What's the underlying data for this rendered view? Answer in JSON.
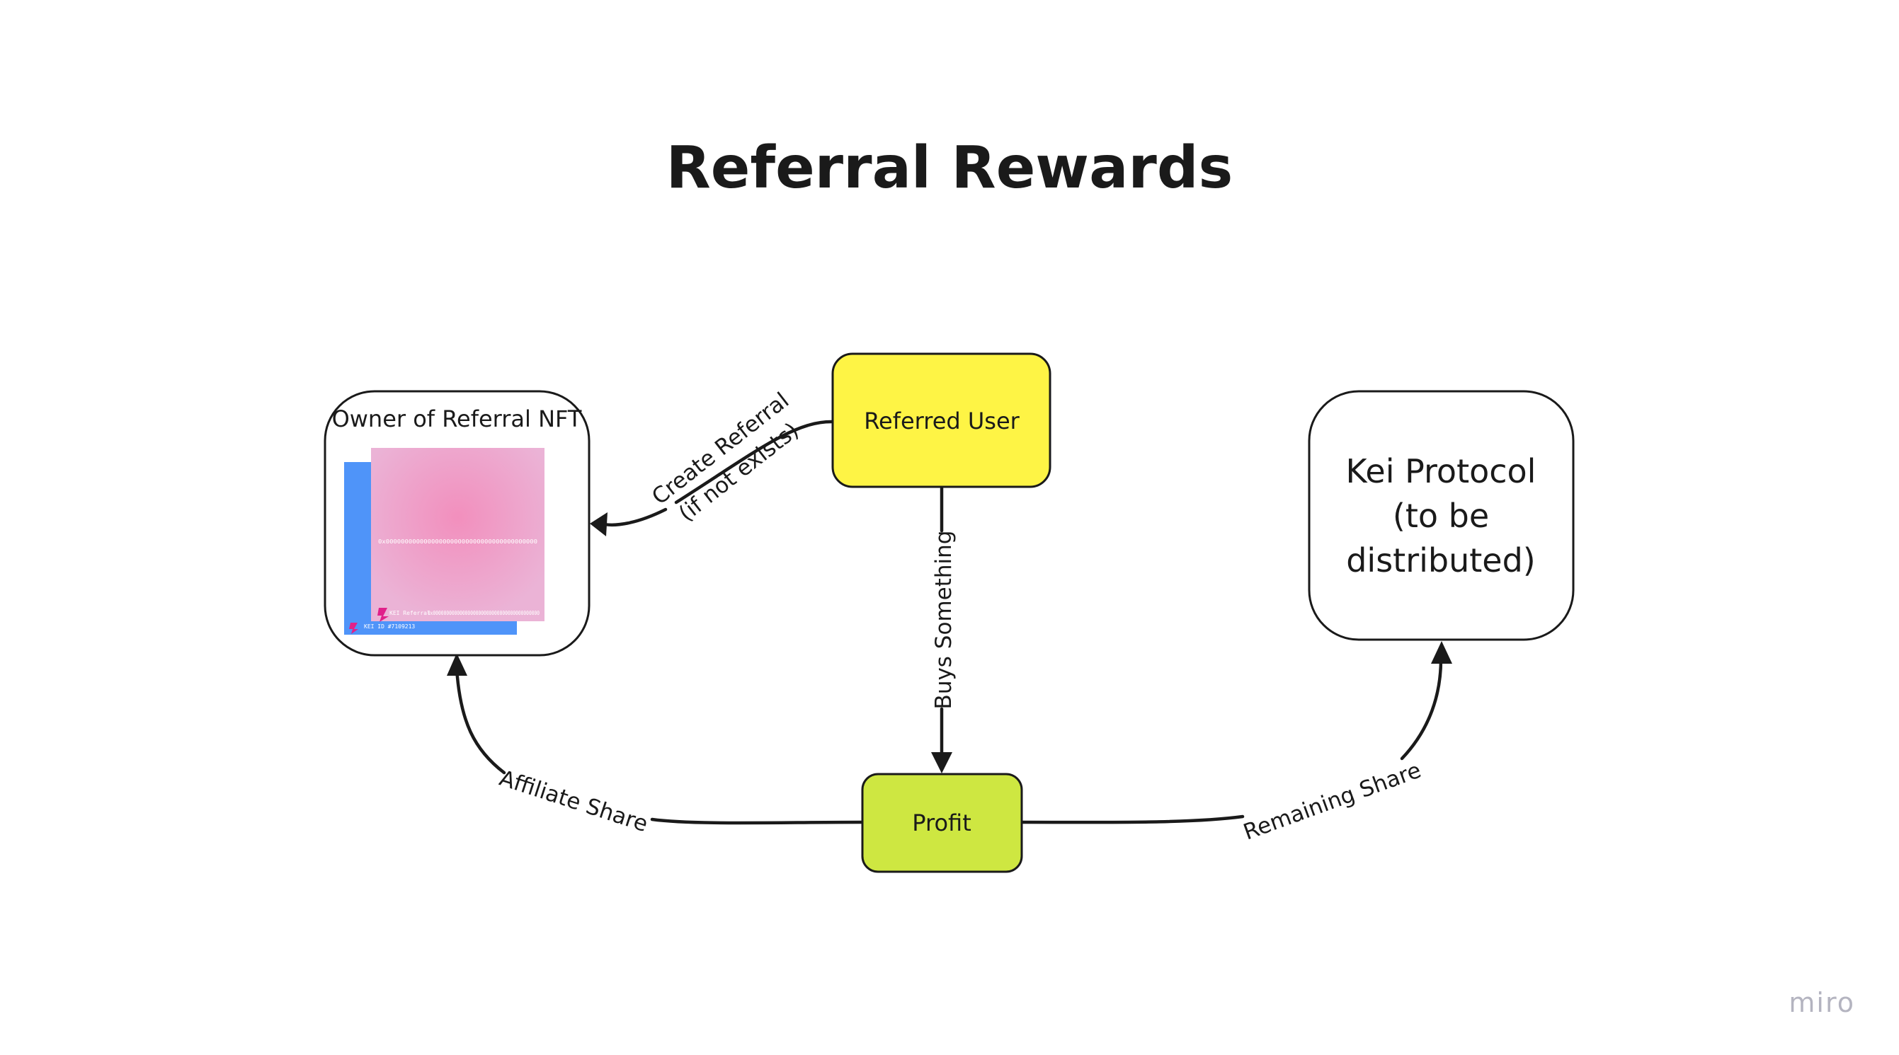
{
  "title": "Referral Rewards",
  "nodes": {
    "referred_user": {
      "label": "Referred User",
      "fill": "#fef445"
    },
    "profit": {
      "label": "Profit",
      "fill": "#cee741"
    },
    "owner": {
      "label": "Owner of Referral NFT",
      "fill": "#ffffff"
    },
    "kei_protocol": {
      "lines": [
        "Kei Protocol",
        "(to be",
        "distributed)"
      ],
      "fill": "#ffffff"
    }
  },
  "edges": {
    "create_referral": {
      "lines": [
        "Create Referral",
        "(if not exists)"
      ]
    },
    "buys_something": {
      "label": "Buys Something"
    },
    "affiliate_share": {
      "label": "Affiliate Share"
    },
    "remaining_share": {
      "label": "Remaining Share"
    }
  },
  "nft_card": {
    "back_color": "#4f94f9",
    "front_color": "#ebb3d6",
    "glow_color": "#f28fbd",
    "front_text": "0x0000000000000000000000000000000000000000",
    "brand_text": "KEI Referral",
    "brand_address": "0x0000000000000000000000000000000000000000",
    "back_text": "KEI ID #7109213"
  },
  "watermark": "miro"
}
